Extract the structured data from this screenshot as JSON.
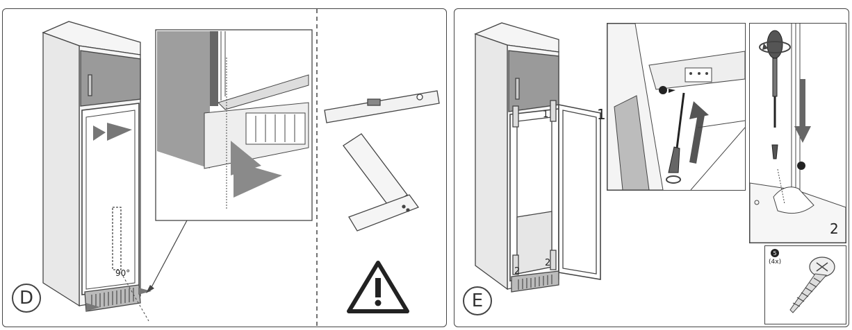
{
  "panel_d": {
    "step_label": "D",
    "angle_label": "90°"
  },
  "panel_e": {
    "step_label": "E",
    "hinge_top_label": "1",
    "hinge_bottom_left_label": "2",
    "hinge_bottom_right_label": "2",
    "detail_1_number": "1",
    "detail_2_number": "2",
    "screw_quantity": "(4x)",
    "screw_ref_badge": "5"
  }
}
